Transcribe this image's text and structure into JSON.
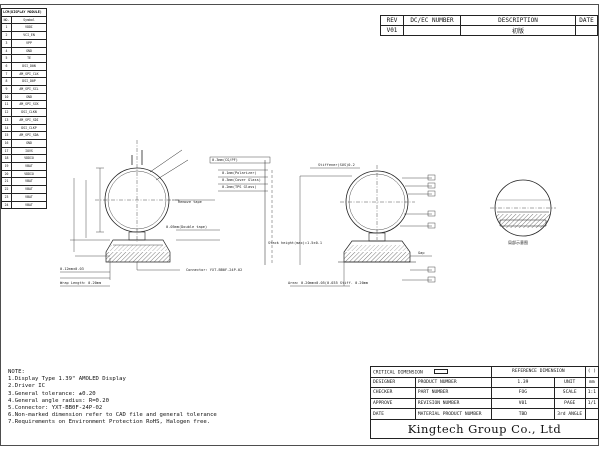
{
  "pin_table": {
    "title": "LCM(DISPLAY MODULE)",
    "header": {
      "no": "NO.",
      "symbol": "Symbol"
    },
    "rows": [
      {
        "no": "1",
        "symbol": "VDDI"
      },
      {
        "no": "2",
        "symbol": "VCI_EN"
      },
      {
        "no": "3",
        "symbol": "VPP"
      },
      {
        "no": "4",
        "symbol": "GND"
      },
      {
        "no": "5",
        "symbol": "TE"
      },
      {
        "no": "6",
        "symbol": "DSI_D0N"
      },
      {
        "no": "7",
        "symbol": "AM_SPI_CLK"
      },
      {
        "no": "8",
        "symbol": "DSI_D0P"
      },
      {
        "no": "9",
        "symbol": "AM_SPI_SCL"
      },
      {
        "no": "10",
        "symbol": "GND"
      },
      {
        "no": "11",
        "symbol": "AM_SPI_SCK"
      },
      {
        "no": "12",
        "symbol": "DSI_CLKN"
      },
      {
        "no": "13",
        "symbol": "AM_SPI_SDI"
      },
      {
        "no": "14",
        "symbol": "DSI_CLKP"
      },
      {
        "no": "15",
        "symbol": "AM_SPI_SDA"
      },
      {
        "no": "16",
        "symbol": "GND"
      },
      {
        "no": "17",
        "symbol": "IOVS"
      },
      {
        "no": "18",
        "symbol": "VDDIO"
      },
      {
        "no": "19",
        "symbol": "VBAT"
      },
      {
        "no": "20",
        "symbol": "VDDIO"
      },
      {
        "no": "21",
        "symbol": "VBAT"
      },
      {
        "no": "22",
        "symbol": "VBAT"
      },
      {
        "no": "23",
        "symbol": "VBAT"
      },
      {
        "no": "24",
        "symbol": "VBAT"
      }
    ]
  },
  "revision_block": {
    "headers": [
      "REV",
      "DC/EC NUMBER",
      "DESCRIPTION",
      "DATE"
    ],
    "rows": [
      [
        "V01",
        "",
        "初版",
        ""
      ]
    ]
  },
  "notes": {
    "heading": "NOTE:",
    "items": [
      "1.Display Type 1.39\" AMOLED Display",
      "2.Driver IC",
      "3.General tolerance: ±0.20",
      "4.General angle radius: R=0.20",
      "5.Connector: YXT-BB0F-24P-02",
      "6.Non-marked dimension refer to CAD file and general tolerance",
      "7.Requirements on Environment Protection RoHS, Halogen free."
    ]
  },
  "title_block": {
    "critical_dimension": "CRITICAL DIMENSION",
    "reference_dimension": "REFERENCE DIMENSION",
    "reference_symbol": "( )",
    "rows": [
      {
        "left": "DESIGNER",
        "label": "PRODUCT NUMBER",
        "value": "1.39",
        "k": "UNIT",
        "v": "mm"
      },
      {
        "left": "CHECKER",
        "label": "PART NUMBER",
        "value": "FOG",
        "k": "SCALE",
        "v": "1:1"
      },
      {
        "left": "APPROVE",
        "label": "REVISION NUMBER",
        "value": "V01",
        "k": "PAGE",
        "v": "1/1"
      },
      {
        "left": "DATE",
        "label": "MATERIAL PRODUCT NUMBER",
        "value": "TBD",
        "k": "3rd ANGLE",
        "v": ""
      }
    ],
    "company": "Kingtech Group Co., Ltd"
  },
  "drawing_labels": {
    "remove_tape": "Remove tape",
    "connector": "Connector: YXT-BB0F-24P-02",
    "detail_label": "局部示意图",
    "fpc_right": "Stiffener(SUS)0.2",
    "gap_label": "Gap",
    "layer1": "0.3mm(CG/PF)",
    "layer2": "0.1mm(Polarizer)",
    "layer3": "0.3mm(Cover Glass)",
    "layer4": "0.2mm(TPS Glass)",
    "layer5": "0.05mm(Double tape)",
    "bottom_dim": "Area: 0.20mm±0.05(0.035 Stiff. 0.20mm",
    "fpc_thk": "0.12mm±0.03",
    "fpc_len": "Wrap Length: 0.20mm",
    "stack_h": "Stack height(max)=1.5±0.1"
  }
}
